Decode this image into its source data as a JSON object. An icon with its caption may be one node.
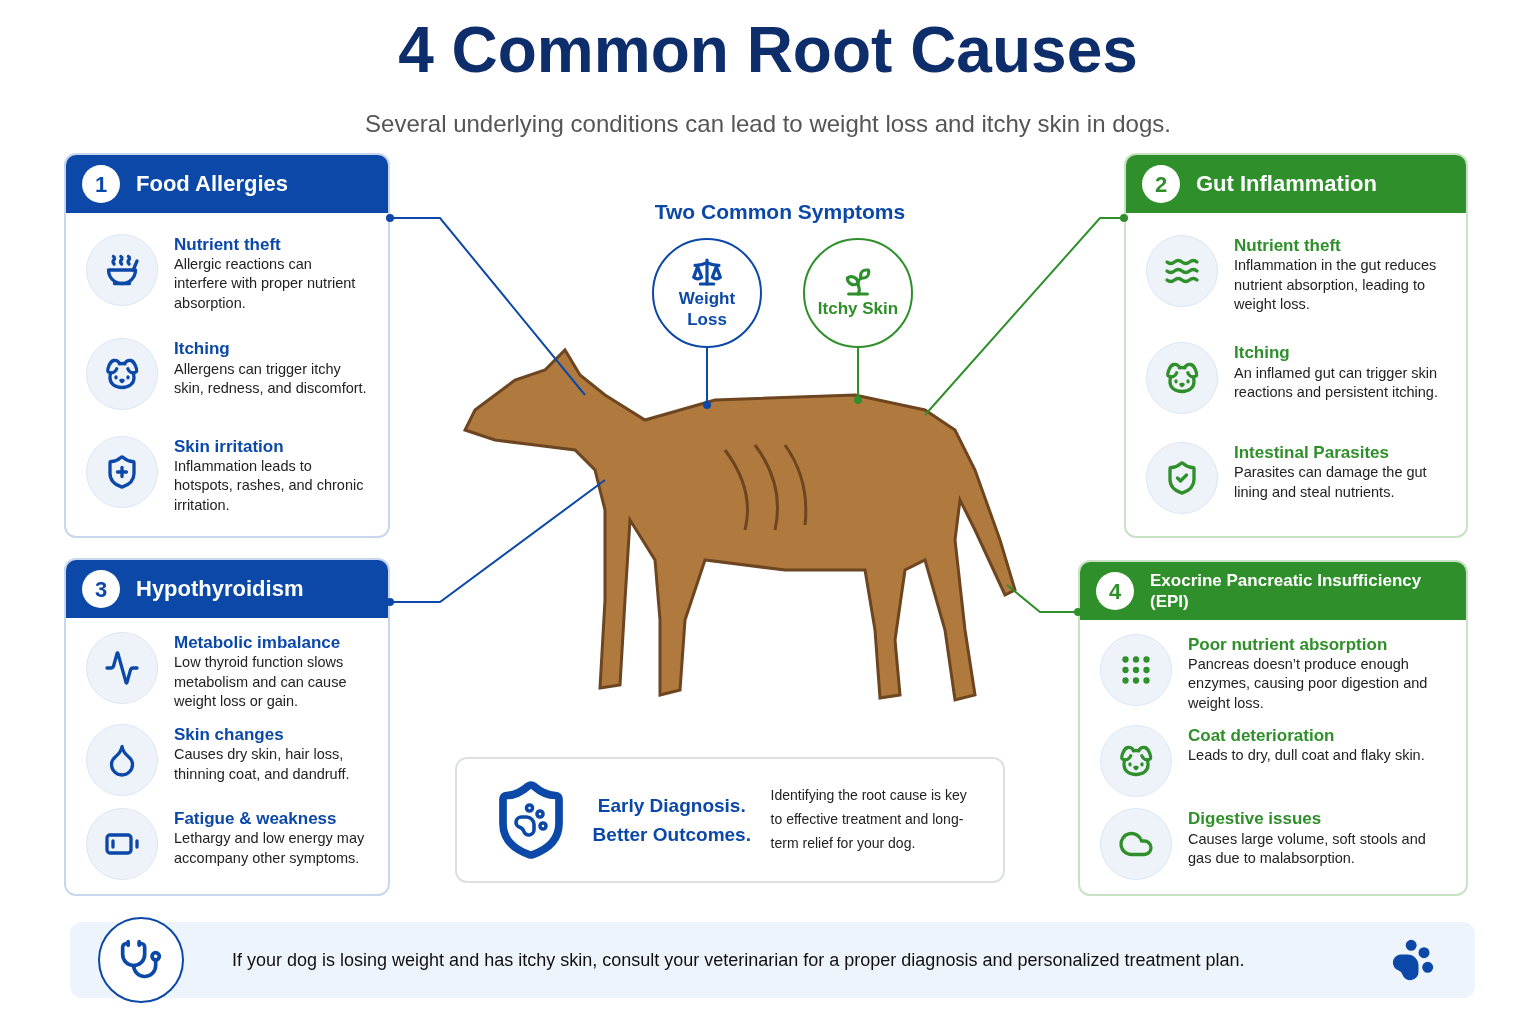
{
  "diagram": {
    "title": "4 Common Root Causes",
    "nodes": [
      {
        "text": [
          "1",
          "Food Allergies"
        ]
      },
      {
        "text": [
          "Nutrient theft",
          "Allergic reactions can interfere with proper nutrient absorption."
        ],
        "in": 0
      },
      {
        "text": [
          "Itching",
          "Allergens can trigger itchy skin, redness, and discomfort."
        ],
        "in": 0
      },
      {
        "text": [
          "Skin irritation",
          "Inflammation leads to hotspots, rashes, and chronic irritation."
        ],
        "in": 0
      },
      {
        "text": [
          "2",
          "Gut Inflammation"
        ]
      },
      {
        "text": [
          "Nutrient theft",
          "Inflammation in the gut reduces nutrient absorption, leading to weight loss."
        ],
        "in": 4
      },
      {
        "text": [
          "Itching",
          "An inflamed gut can trigger skin reactions and persistent itching."
        ],
        "in": 4
      },
      {
        "text": [
          "Intestinal Parasites",
          "Parasites can damage the gut lining and steal nutrients."
        ],
        "in": 4
      },
      {
        "text": [
          "3",
          "Hypothyroidism"
        ]
      },
      {
        "text": [
          "Metabolic imbalance",
          "Low thyroid function slows metabolism and can cause weight loss or gain."
        ],
        "in": 8
      },
      {
        "text": [
          "Skin changes",
          "Causes dry skin, hair loss, thinning coat, and dandruff."
        ],
        "in": 8
      },
      {
        "text": [
          "Fatigue & weakness",
          "Lethargy and low energy may accompany other symptoms."
        ],
        "in": 8
      },
      {
        "text": [
          "4",
          "Exocrine Pancreatic Insufficiency (EPI)"
        ]
      },
      {
        "text": [
          "Poor nutrient absorption",
          "Pancreas doesn’t produce enough enzymes, causing poor digestion and weight loss."
        ],
        "in": 12
      },
      {
        "text": [
          "Coat deterioration",
          "Leads to dry, dull coat and flaky skin."
        ],
        "in": 12
      },
      {
        "text": [
          "Digestive issues",
          "Causes large volume, soft stools and gas due to malabsorption."
        ],
        "in": 12
      },
      {
        "text": [],
        "shape": "picture"
      },
      {
        "text": [
          "Weight Loss"
        ]
      },
      {
        "text": [
          "Itchy Skin"
        ]
      },
      {
        "text": [
          "Early Diagnosis. Better Outcomes.",
          "Identifying the root cause is key to effective treatment and long-term relief for your dog."
        ]
      },
      {
        "text": [
          "If your dog is losing weight and has itchy skin, consult your veterinarian for a proper diagnosis and personalized treatment plan."
        ]
      }
    ],
    "edges": [
      {
        "from": 0,
        "to": 16,
        "arrow": "other"
      },
      {
        "from": 4,
        "to": 16,
        "arrow": "other",
        "color": "#2f8f2a"
      },
      {
        "from": 8,
        "to": 16,
        "arrow": "other"
      },
      {
        "from": 12,
        "to": 16,
        "arrow": "other",
        "color": "#2f8f2a"
      },
      {
        "from": 16,
        "to": 17,
        "arrow": "other"
      },
      {
        "from": 16,
        "to": 18,
        "arrow": "other",
        "color": "#2f8f2a"
      }
    ],
    "labels": [
      "Several underlying conditions can lead to weight loss and itchy skin in dogs.",
      "Two Common Symptoms"
    ]
  }
}
